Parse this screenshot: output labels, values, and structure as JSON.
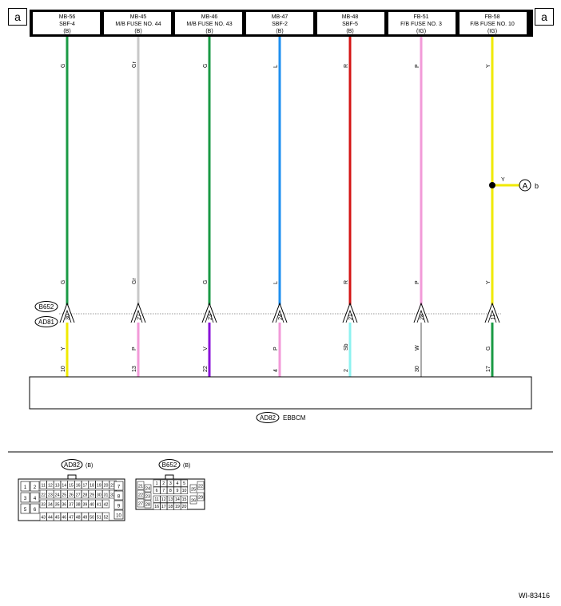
{
  "corner_marks": {
    "left": "a",
    "right": "a"
  },
  "top_fuses": [
    {
      "code": "MB-56",
      "name": "SBF-4",
      "conn": "(B)"
    },
    {
      "code": "MB-45",
      "name": "M/B FUSE NO. 44",
      "conn": "(B)"
    },
    {
      "code": "MB-46",
      "name": "M/B FUSE NO. 43",
      "conn": "(B)"
    },
    {
      "code": "MB-47",
      "name": "SBF-2",
      "conn": "(B)"
    },
    {
      "code": "MB-48",
      "name": "SBF-5",
      "conn": "(B)"
    },
    {
      "code": "FB-51",
      "name": "F/B FUSE NO. 3",
      "conn": "(IG)"
    },
    {
      "code": "FB-58",
      "name": "F/B FUSE NO. 10",
      "conn": "(IG)"
    }
  ],
  "wires": [
    {
      "upper_label": "G",
      "upper_color": "#1a9a44",
      "pin": "30",
      "lower_label": "Y",
      "lower_color": "#f0ea00",
      "ecu_pin": "10"
    },
    {
      "upper_label": "Gr",
      "upper_color": "#c8c8c8",
      "pin": "27",
      "lower_label": "P",
      "lower_color": "#f29ad8",
      "ecu_pin": "13"
    },
    {
      "upper_label": "G",
      "upper_color": "#1a9a44",
      "pin": "23",
      "lower_label": "V",
      "lower_color": "#8a12d8",
      "ecu_pin": "22"
    },
    {
      "upper_label": "L",
      "upper_color": "#1e8ff0",
      "pin": "24",
      "lower_label": "P",
      "lower_color": "#f29ad8",
      "ecu_pin": "4"
    },
    {
      "upper_label": "R",
      "upper_color": "#d41515",
      "pin": "21",
      "lower_label": "Sb",
      "lower_color": "#8ef2f0",
      "ecu_pin": "2"
    },
    {
      "upper_label": "P",
      "upper_color": "#f29ad8",
      "pin": "28",
      "lower_label": "W",
      "lower_color": "#ffffff",
      "ecu_pin": "30"
    },
    {
      "upper_label": "Y",
      "upper_color": "#f0ea00",
      "pin": "11",
      "lower_label": "G",
      "lower_color": "#1a9a44",
      "ecu_pin": "17"
    }
  ],
  "branch": {
    "wire_label": "Y",
    "marker": "A",
    "dest": "b"
  },
  "connectors": {
    "upper": "B652",
    "lower": "AD81"
  },
  "module": {
    "connector": "AD82",
    "name": "EBBCM"
  },
  "legend": {
    "ad82": {
      "id": "AD82",
      "conn": "(B)",
      "left_pins": [
        [
          "1",
          "2"
        ],
        [
          "3",
          "4"
        ],
        [
          "5",
          "6"
        ]
      ],
      "grid_rows": [
        [
          "11",
          "12",
          "13",
          "14",
          "15",
          "16",
          "17",
          "18",
          "19",
          "20",
          "21"
        ],
        [
          "22",
          "23",
          "24",
          "25",
          "26",
          "27",
          "28",
          "29",
          "30",
          "31",
          "32"
        ],
        [
          "33",
          "34",
          "35",
          "36",
          "37",
          "38",
          "39",
          "40",
          "41",
          "42"
        ],
        [
          "43",
          "44",
          "45",
          "46",
          "47",
          "48",
          "49",
          "50",
          "51",
          "52"
        ]
      ],
      "right_pins": [
        "7",
        "8",
        "9",
        "10"
      ]
    },
    "b652": {
      "id": "B652",
      "conn": "(B)",
      "outer_left": [
        "21",
        "22",
        "27"
      ],
      "inner_left": [
        "24",
        "23",
        "28"
      ],
      "top_rows": [
        [
          "1",
          "2",
          "3",
          "4",
          "5"
        ],
        [
          "6",
          "7",
          "8",
          "9",
          "10"
        ]
      ],
      "bottom_rows": [
        [
          "11",
          "12",
          "13",
          "14",
          "15"
        ],
        [
          "16",
          "17",
          "18",
          "19",
          "20"
        ]
      ],
      "inner_right": [
        "25",
        "26"
      ],
      "outer_right": [
        "22",
        "29"
      ]
    }
  },
  "footer_code": "WI-83416"
}
